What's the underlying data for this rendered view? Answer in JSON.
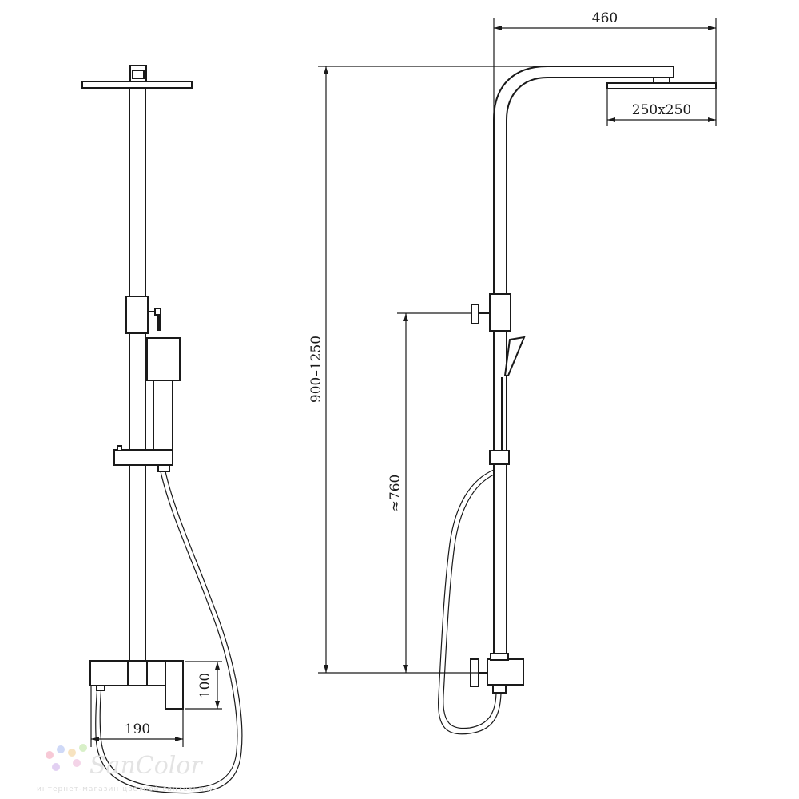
{
  "dimensions": {
    "arm_length": "460",
    "head_size": "250x250",
    "total_height": "900–1250",
    "holder_height": "≈760",
    "mixer_depth": "190",
    "mixer_height": "100"
  },
  "watermark": {
    "brand": "SanColor",
    "tagline": "интернет-магазин цветной сантехники",
    "dot_colors": [
      "#f7c9d6",
      "#cfd9f7",
      "#f7e3c0",
      "#d8f0c8",
      "#e2d0f2",
      "#f4d4e8"
    ]
  }
}
